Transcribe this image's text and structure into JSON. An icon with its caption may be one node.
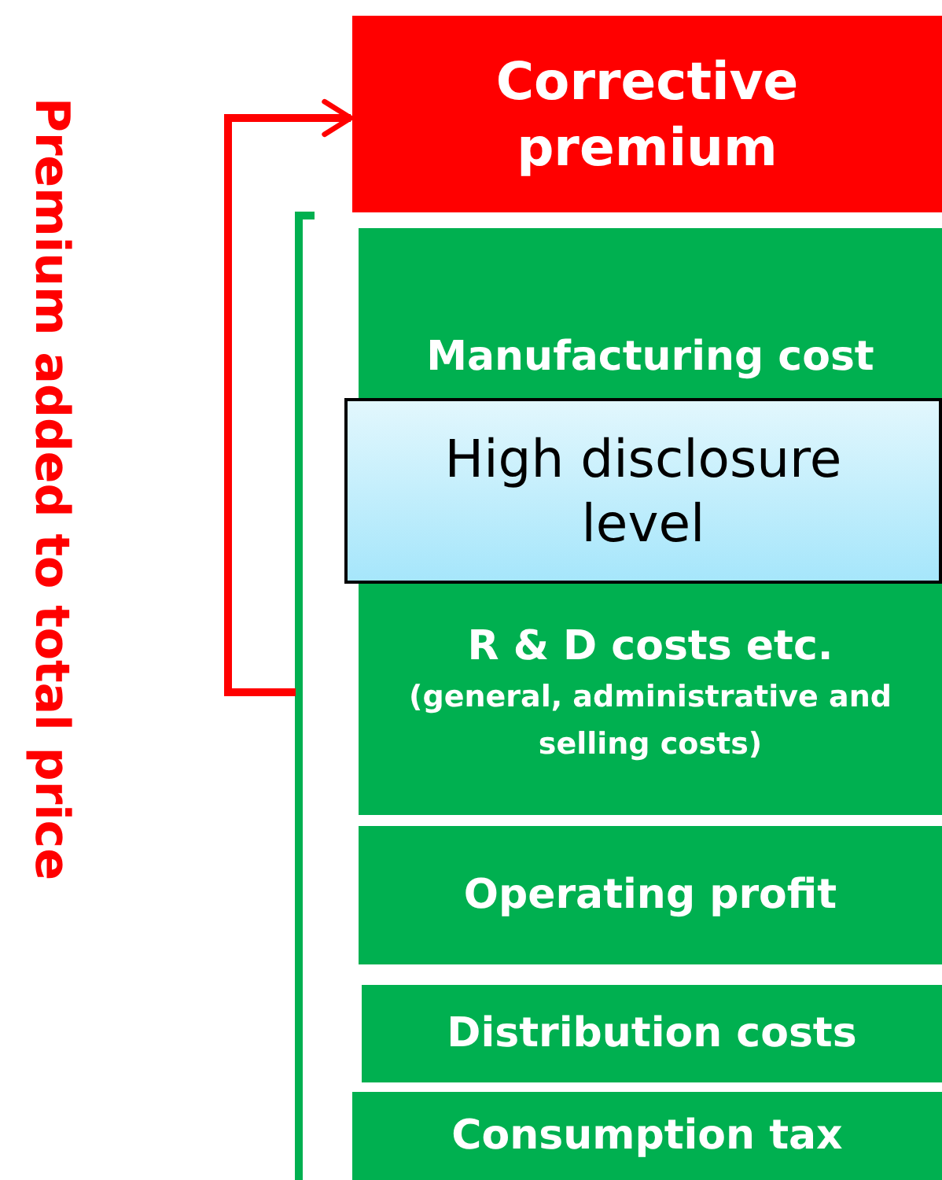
{
  "diagram": {
    "nodes": [
      {
        "text": [
          "Corrective premium"
        ]
      },
      {
        "text": [
          "Manufacturing cost"
        ]
      },
      {
        "text": [
          "High disclosure level"
        ]
      },
      {
        "text": [
          "R & D costs etc.",
          "(general, administrative and selling costs)"
        ]
      },
      {
        "text": [
          "Operating profit"
        ]
      },
      {
        "text": [
          "Distribution costs"
        ]
      },
      {
        "text": [
          "Consumption tax"
        ]
      },
      {
        "text": [],
        "shape": "bar"
      }
    ],
    "edges": [
      {
        "from": 7,
        "to": 0,
        "arrow": "to",
        "color": "#ff0000"
      }
    ],
    "labels": [
      "Premium added to total price"
    ]
  }
}
